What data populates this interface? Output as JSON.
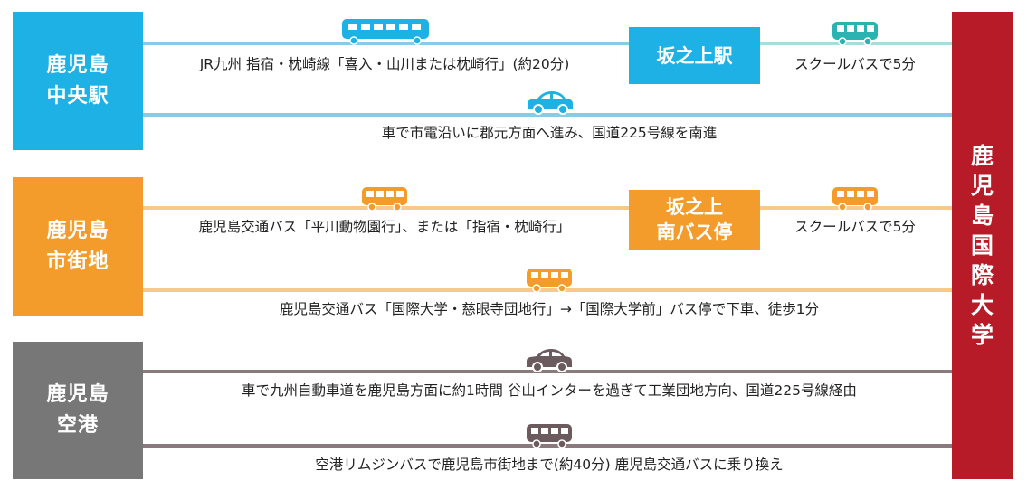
{
  "colors": {
    "blue": "#1eb1e6",
    "blue_line": "#86cbe8",
    "teal": "#2bb3b1",
    "teal_line": "#a8dcdc",
    "orange": "#f39c2c",
    "orange_line": "#f7c98a",
    "gray": "#777777",
    "gray_line": "#8a7a7e",
    "brown_icon": "#6b5a5e",
    "destination": "#b61b27"
  },
  "destination": {
    "label": [
      "鹿",
      "児",
      "島",
      "国",
      "際",
      "大",
      "学"
    ]
  },
  "origins": {
    "chuo": {
      "line1": "鹿児島",
      "line2": "中央駅"
    },
    "shigaichi": {
      "line1": "鹿児島",
      "line2": "市街地"
    },
    "airport": {
      "line1": "鹿児島",
      "line2": "空港"
    }
  },
  "transfers": {
    "sakanoue_station": {
      "line1": "坂之上駅"
    },
    "sakanoue_south": {
      "line1": "坂之上",
      "line2": "南バス停"
    }
  },
  "routes": {
    "chuo_train": {
      "text": "JR九州 指宿・枕崎線「喜入・山川または枕崎行」(約20分)",
      "icon": "train-icon"
    },
    "chuo_schoolbus": {
      "text": "スクールバスで5分",
      "icon": "bus-icon"
    },
    "chuo_car": {
      "text": "車で市電沿いに郡元方面へ進み、国道225号線を南進",
      "icon": "car-icon"
    },
    "shigaichi_bus1": {
      "text": "鹿児島交通バス「平川動物園行」、または「指宿・枕崎行」",
      "icon": "bus-icon"
    },
    "shigaichi_schoolbus": {
      "text": "スクールバスで5分",
      "icon": "bus-icon"
    },
    "shigaichi_bus2": {
      "text": "鹿児島交通バス「国際大学・慈眼寺団地行」→「国際大学前」バス停で下車、徒歩1分",
      "icon": "bus-icon"
    },
    "airport_car": {
      "text": "車で九州自動車道を鹿児島方面に約1時間 谷山インターを過ぎて工業団地方向、国道225号線経由",
      "icon": "car-icon"
    },
    "airport_bus": {
      "text": "空港リムジンバスで鹿児島市街地まで(約40分) 鹿児島交通バスに乗り換え",
      "icon": "bus-icon"
    }
  }
}
